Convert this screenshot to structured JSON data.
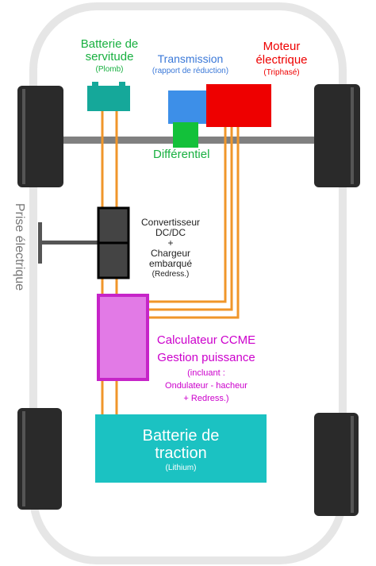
{
  "labels": {
    "battery_service_title_1": "Batterie de",
    "battery_service_title_2": "servitude",
    "battery_service_sub": "(Plomb)",
    "transmission_title": "Transmission",
    "transmission_sub": "(rapport de réduction)",
    "motor_title_1": "Moteur",
    "motor_title_2": "électrique",
    "motor_sub": "(Triphasé)",
    "differential": "Différentiel",
    "plug": "Prise électrique",
    "converter_1": "Convertisseur",
    "converter_2": "DC/DC",
    "plus": "+",
    "charger_1": "Chargeur",
    "charger_2": "embarqué",
    "charger_sub": "(Redress.)",
    "calc_1": "Calculateur CCME",
    "calc_2": "Gestion puissance",
    "calc_3": "(incluant :",
    "calc_4": "Ondulateur - hacheur",
    "calc_5": "+ Redress.)",
    "traction_1": "Batterie de",
    "traction_2": "traction",
    "traction_sub": "(Lithium)"
  },
  "colors": {
    "wire": "#f0962a",
    "service_battery": "#15a89a",
    "transmission": "#3d8fe8",
    "motor": "#ee0000",
    "differential": "#13c13a",
    "calculator": "#e27ae6",
    "calculator_border": "#c624c8",
    "traction_battery": "#1bc2c2",
    "axle": "#808080",
    "tire": "#2a2a2a"
  }
}
